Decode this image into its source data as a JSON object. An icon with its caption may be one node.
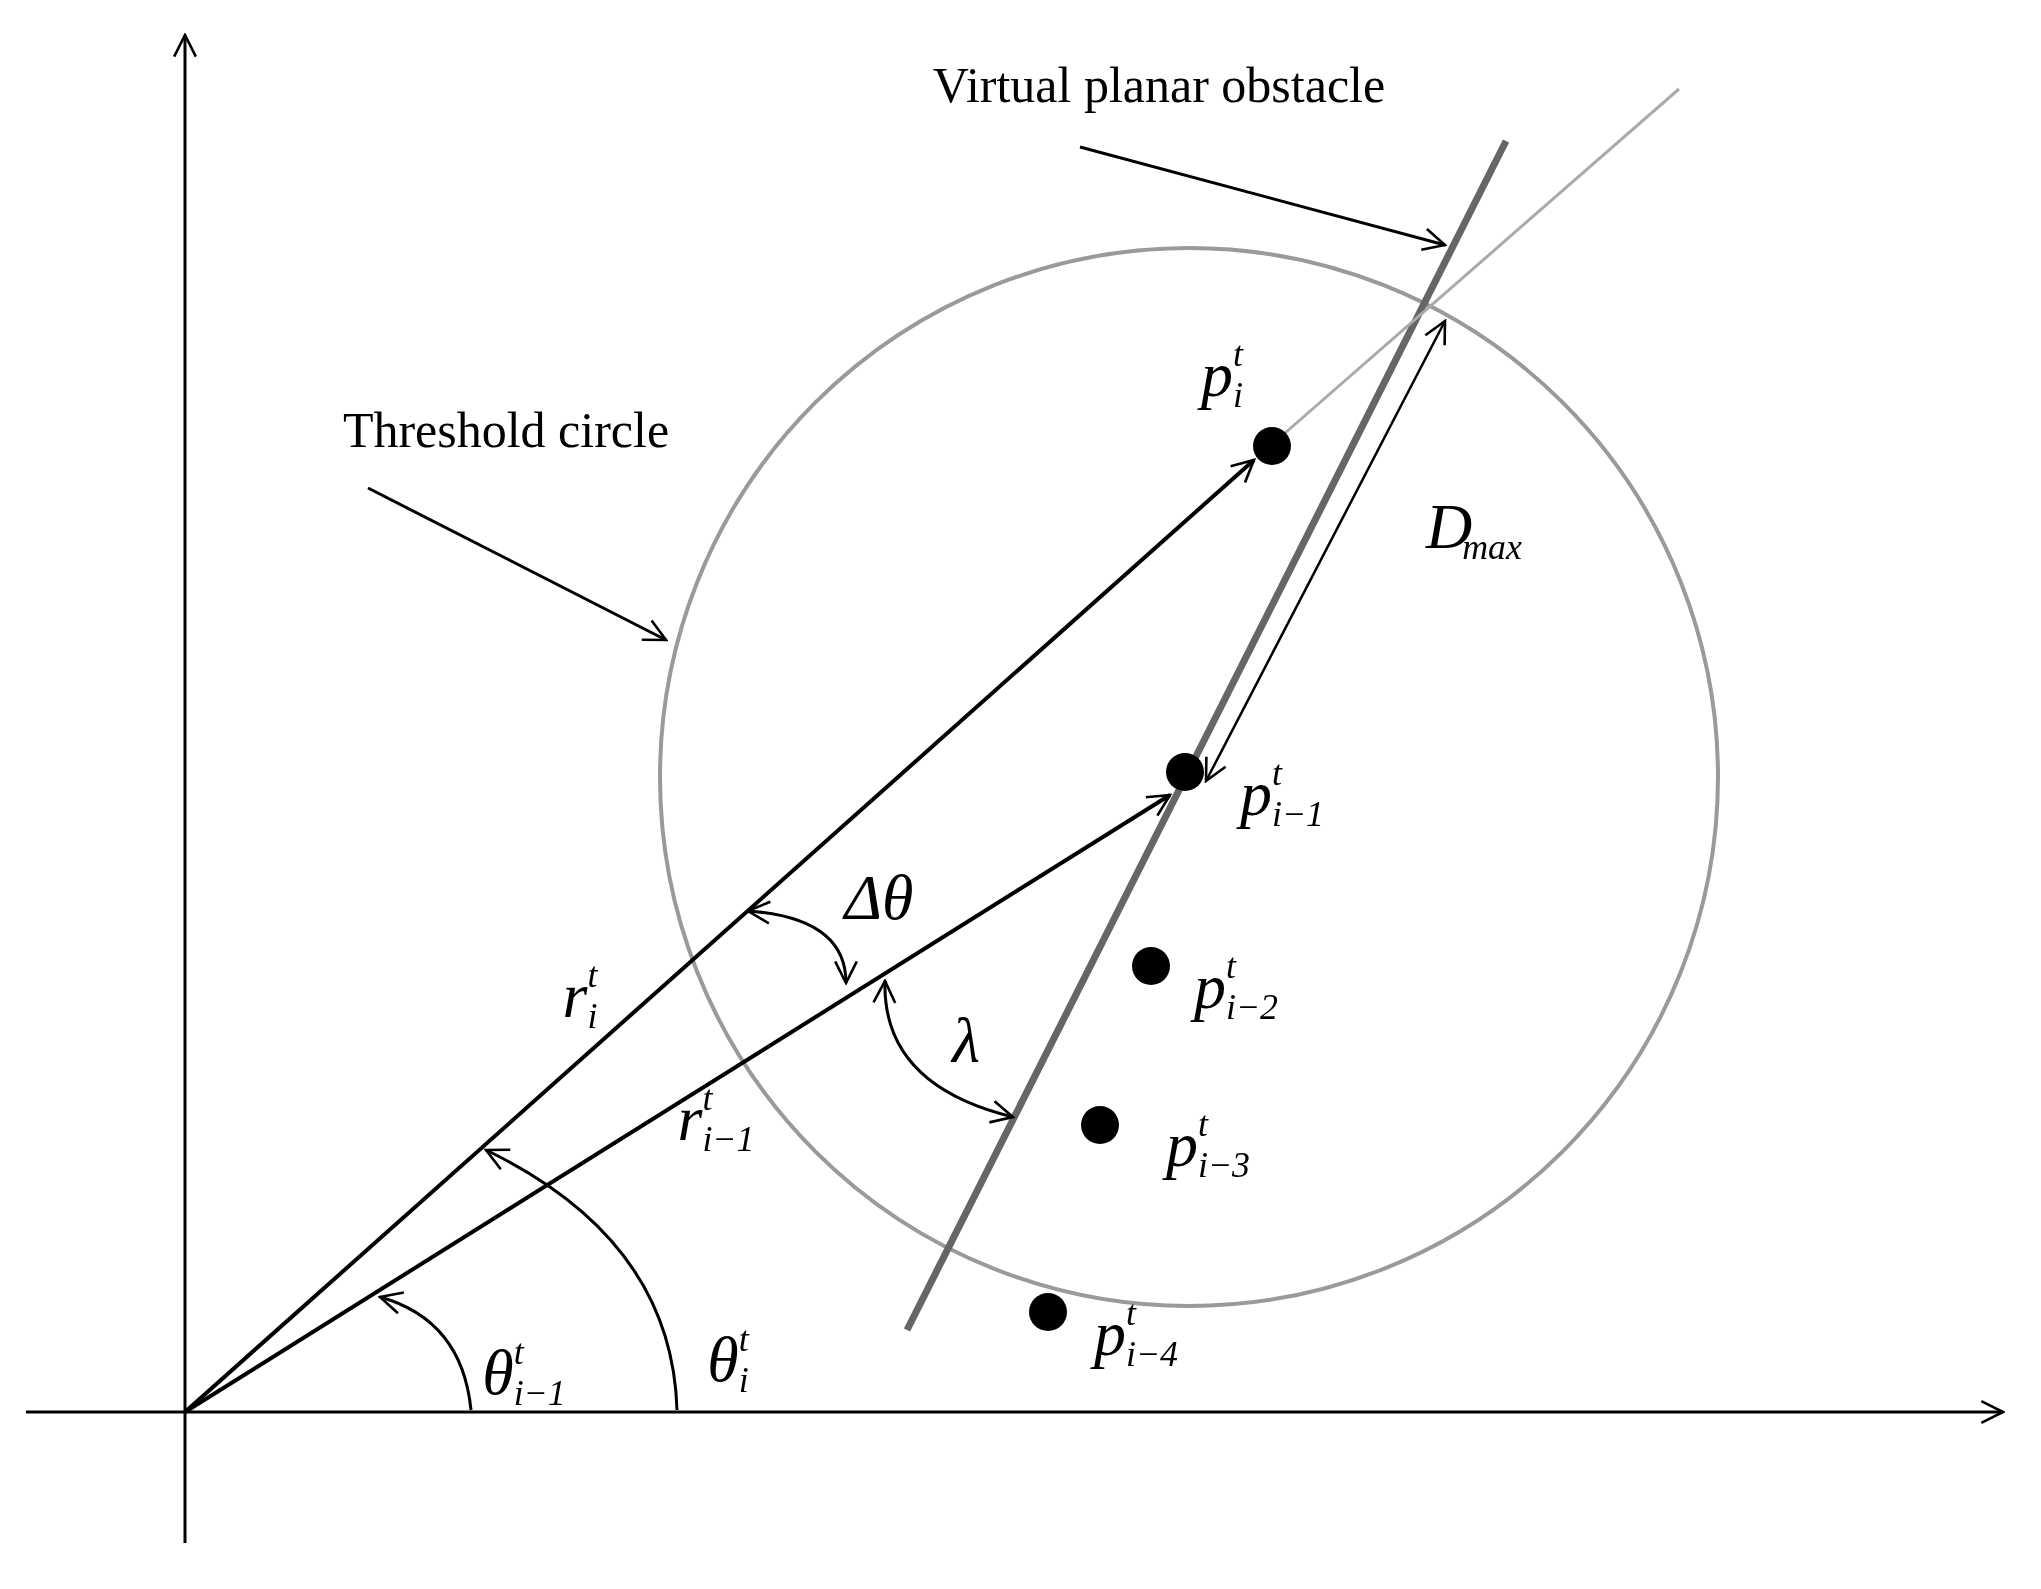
{
  "diagram": {
    "nodes": [
      {
        "text": [
          "Virtual planar obstacle"
        ]
      },
      {
        "text": [
          "Threshold circle"
        ]
      }
    ],
    "edges": [
      {
        "from": 0,
        "to": null,
        "arrow": "to"
      },
      {
        "from": 1,
        "to": null,
        "arrow": "to"
      }
    ],
    "labels": [
      "p$^{t}$$_{i}$",
      "D$_{max}$",
      "p$^{t}$$_{i−1}$",
      "Δθ",
      "p$^{t}$$_{i−2}$",
      "r$^{t}$$_{i}$",
      "λ",
      "r$^{t}$$_{i−1}$",
      "p$^{t}$$_{i−3}$",
      "p$^{t}$$_{i−4}$",
      "θ$^{t}$$_{i−1}$",
      "θ$^{t}$$_{i}$"
    ]
  }
}
